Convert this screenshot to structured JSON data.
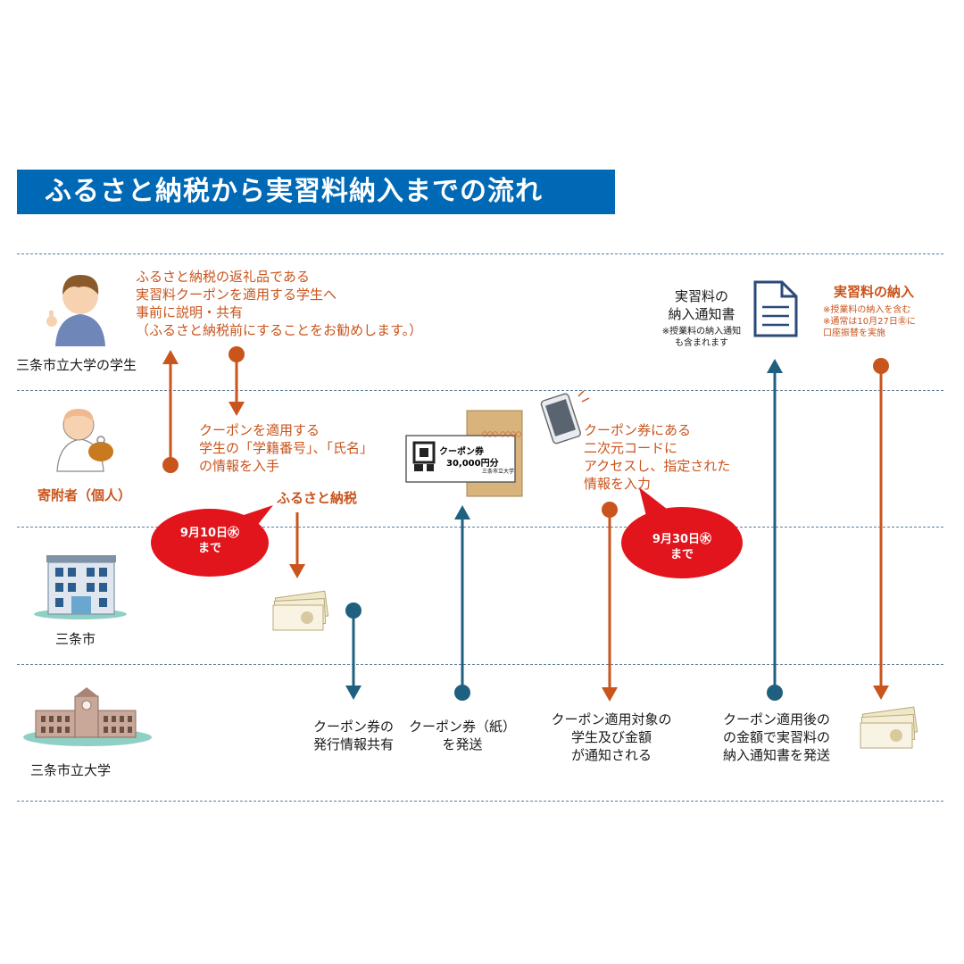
{
  "title": "ふるさと納税から実習料納入までの流れ",
  "colors": {
    "title_bg": "#0069b5",
    "orange": "#c9541c",
    "blue": "#1f5f80",
    "bubble": "#e2141c",
    "dash": "#5b7f9b"
  },
  "actors": {
    "student": "三条市立大学の学生",
    "donor": "寄附者（個人）",
    "city": "三条市",
    "university": "三条市立大学"
  },
  "steps": {
    "explain": [
      "ふるさと納税の返礼品である",
      "実習料クーポンを適用する学生へ",
      "事前に説明・共有",
      "（ふるさと納税前にすることをお勧めします。）"
    ],
    "obtain": [
      "クーポンを適用する",
      "学生の「学籍番号」、「氏名」",
      "の情報を入手"
    ],
    "furusato": "ふるさと納税",
    "deadline1": [
      "9月10日㊌",
      "まで"
    ],
    "share": [
      "クーポン券の",
      "発行情報共有"
    ],
    "send_coupon": [
      "クーポン券（紙）",
      "を発送"
    ],
    "coupon_card": {
      "title": "クーポン券",
      "amount": "30,000円分",
      "issuer": "三条市立大学",
      "envelope_mark": "〇〇〇‐〇〇〇〇"
    },
    "access": [
      "クーポン券にある",
      "二次元コードに",
      "アクセスし、指定された",
      "情報を入力"
    ],
    "deadline2": [
      "9月30日㊌",
      "まで"
    ],
    "notify": [
      "クーポン適用対象の",
      "学生及び金額",
      "が通知される"
    ],
    "send_notice": [
      "クーポン適用後の",
      "の金額で実習料の",
      "納入通知書を発送"
    ],
    "notice_doc": [
      "実習料の",
      "納入通知書"
    ],
    "notice_note": [
      "※授業料の納入通知",
      "も含まれます"
    ],
    "payment": "実習料の納入",
    "payment_notes": [
      "※授業料の納入を含む",
      "※通常は10月27日㊎に",
      "口座振替を実施"
    ]
  },
  "icons": [
    "student-person-icon",
    "donor-person-icon",
    "city-hall-icon",
    "university-building-icon",
    "banknotes-icon",
    "smartphone-icon",
    "document-icon",
    "coupon-envelope-icon"
  ]
}
